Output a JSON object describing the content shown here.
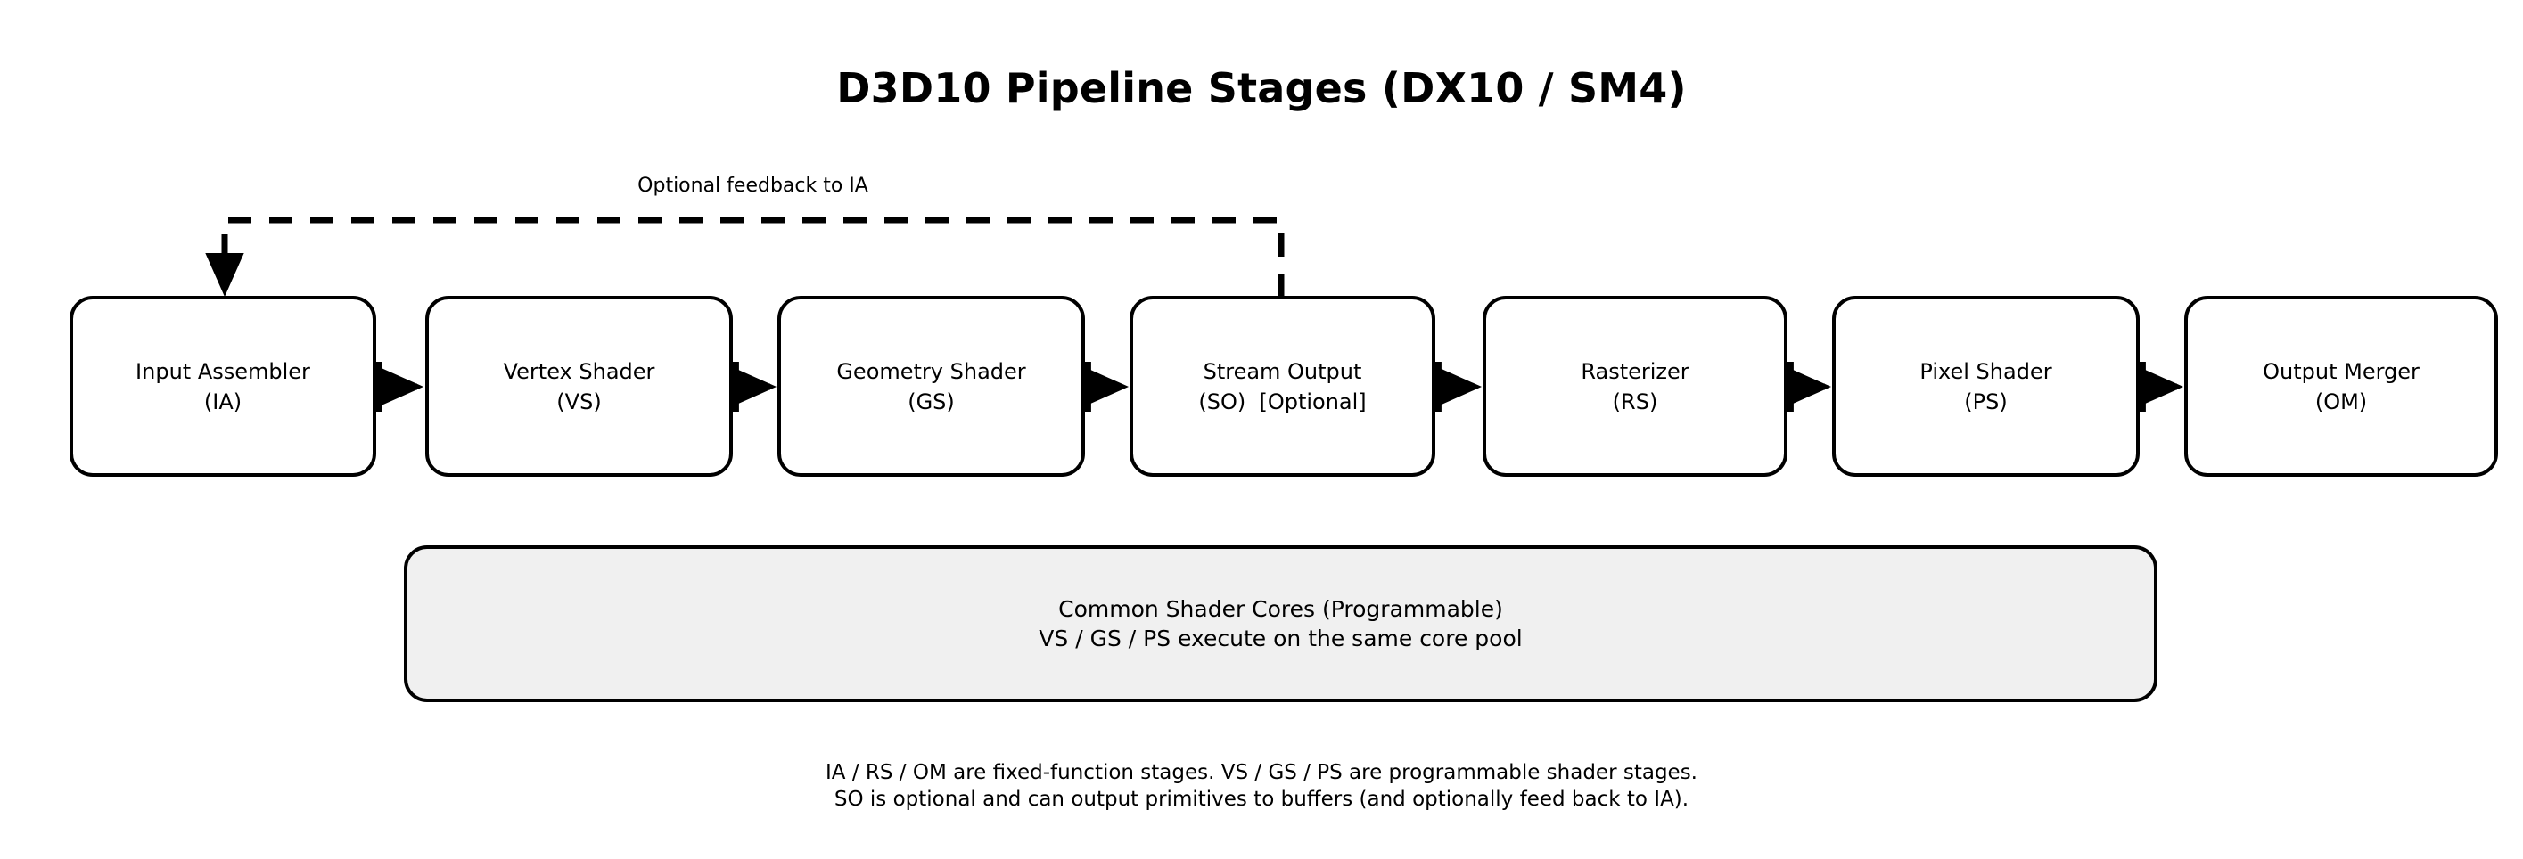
{
  "diagram": {
    "title": "D3D10 Pipeline Stages (DX10 / SM4)",
    "background_color": "#ffffff",
    "stroke_color": "#000000",
    "pool_fill_color": "#f0f0f0",
    "feedback_label": "Optional feedback to IA",
    "stages": [
      {
        "name": "Input Assembler",
        "abbrev": "(IA)",
        "kind": "fixed-function"
      },
      {
        "name": "Vertex Shader",
        "abbrev": "(VS)",
        "kind": "programmable"
      },
      {
        "name": "Geometry Shader",
        "abbrev": "(GS)",
        "kind": "programmable"
      },
      {
        "name": "Stream Output",
        "abbrev": "(SO)  [Optional]",
        "kind": "optional"
      },
      {
        "name": "Rasterizer",
        "abbrev": "(RS)",
        "kind": "fixed-function"
      },
      {
        "name": "Pixel Shader",
        "abbrev": "(PS)",
        "kind": "programmable"
      },
      {
        "name": "Output Merger",
        "abbrev": "(OM)",
        "kind": "fixed-function"
      }
    ],
    "pool": {
      "line1": "Common Shader Cores (Programmable)",
      "line2": "VS / GS / PS execute on the same core pool"
    },
    "footer": {
      "line1": "IA / RS / OM are fixed-function stages. VS / GS / PS are programmable shader stages.",
      "line2": "SO is optional and can output primitives to buffers (and optionally feed back to IA)."
    }
  }
}
